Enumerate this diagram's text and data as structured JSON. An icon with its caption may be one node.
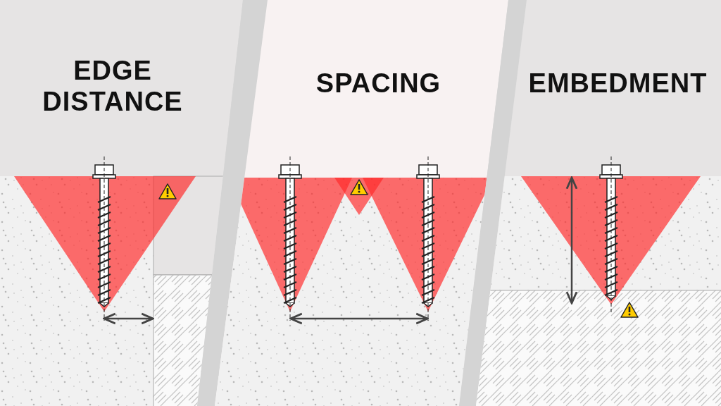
{
  "diagram": {
    "labels": [
      "EDGE DISTANCE",
      "SPACING",
      "EMBEDMENT"
    ]
  }
}
